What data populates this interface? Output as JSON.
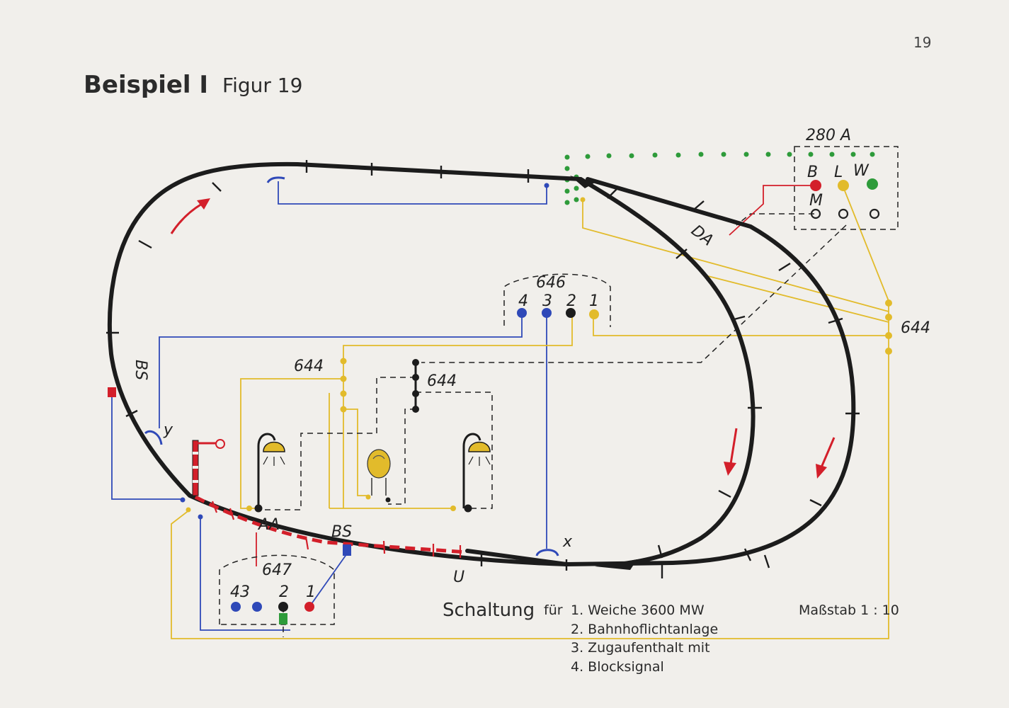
{
  "page": {
    "number": "19",
    "title": "Beispiel I",
    "subtitle": "Figur 19"
  },
  "labels": {
    "relay_280a": "280 A",
    "relay_280a_B": "B",
    "relay_280a_L": "L",
    "relay_280a_W": "W",
    "relay_280a_M": "M",
    "da": "DA",
    "box_646": "646",
    "box_646_t4": "4",
    "box_646_t3": "3",
    "box_646_t2": "2",
    "box_646_t1": "1",
    "dist_644_right": "644",
    "dist_644_left": "644",
    "dist_644_center": "644",
    "bs_left": "BS",
    "y": "y",
    "x": "x",
    "aa": "AA",
    "bs_bottom": "BS",
    "u": "U",
    "box_647": "647",
    "box_647_t43": "43",
    "box_647_t2": "2",
    "box_647_t1": "1"
  },
  "caption": {
    "main": "Schaltung",
    "fuer": "für",
    "line1": "1. Weiche 3600 MW",
    "line2": "2. Bahnhoflichtanlage",
    "line3": "3. Zugaufenthalt mit",
    "line4": "4. Blocksignal",
    "scale": "Maßstab 1 : 10"
  },
  "colors": {
    "track": "#1c1c1c",
    "blue": "#2f49b8",
    "yellow": "#e2bb2b",
    "red": "#d31f2a",
    "green": "#2e9b3a",
    "dashed": "#222222"
  }
}
